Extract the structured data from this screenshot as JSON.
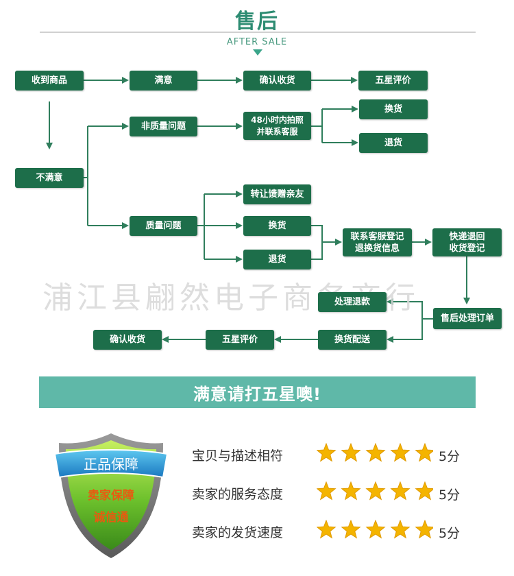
{
  "header": {
    "title": "售后",
    "subtitle": "AFTER SALE"
  },
  "flow": {
    "receive": "收到商品",
    "satisfied": "满意",
    "confirm_top": "确认收货",
    "five_star_top": "五星评价",
    "unsatisfied": "不满意",
    "non_quality": "非质量问题",
    "photo_contact": "48小时内拍照\n并联系客服",
    "exchange_1": "换货",
    "return_1": "退货",
    "quality": "质量问题",
    "gift": "转让馈赠亲友",
    "exchange_2": "换货",
    "return_2": "退货",
    "register_info": "联系客服登记\n退换货信息",
    "express_back": "快递退回\n收货登记",
    "after_sale_order": "售后处理订单",
    "refund": "处理退款",
    "exchange_ship": "换货配送",
    "five_star_bottom": "五星评价",
    "confirm_bottom": "确认收货"
  },
  "watermark": "浦江县翩然电子商务商行",
  "banner": "满意请打五星噢!",
  "shield": {
    "top": "正品保障",
    "middle": "卖家保障",
    "bottom": "诚信通"
  },
  "ratings": [
    {
      "label": "宝贝与描述相符",
      "stars": 5,
      "score": "5分"
    },
    {
      "label": "卖家的服务态度",
      "stars": 5,
      "score": "5分"
    },
    {
      "label": "卖家的发货速度",
      "stars": 5,
      "score": "5分"
    }
  ],
  "colors": {
    "node": "#1d6e4a",
    "arrow": "#2f7e5c",
    "banner": "#5fb8a8",
    "title": "#2d8c72",
    "star": "#f4b400"
  }
}
